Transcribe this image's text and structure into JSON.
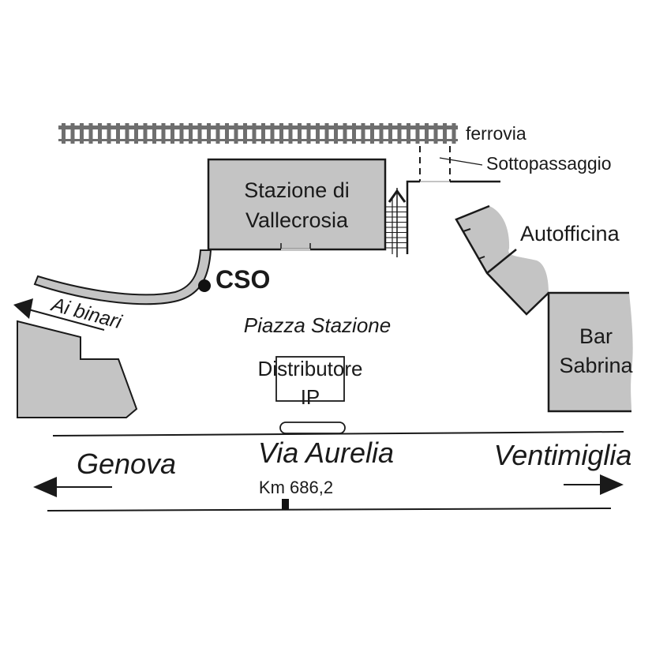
{
  "map": {
    "colors": {
      "building_fill": "#c4c4c4",
      "stroke": "#1a1a1a",
      "rail": "#6e6e6e",
      "background": "#ffffff"
    },
    "labels": {
      "railway": "ferrovia",
      "underpass": "Sottopassaggio",
      "station_line1": "Stazione di",
      "station_line2": "Vallecrosia",
      "garage": "Autofficina",
      "cso": "CSO",
      "to_platforms": "Ai binari",
      "square": "Piazza Stazione",
      "fuel_line1": "Distributore",
      "fuel_line2": "IP",
      "bar_line1": "Bar",
      "bar_line2": "Sabrina",
      "road": "Via Aurelia",
      "west_direction": "Genova",
      "east_direction": "Ventimiglia",
      "kilometer_marker": "Km 686,2"
    },
    "icons": {
      "cso_marker": "filled-circle-icon",
      "stairs_arrow": "arrow-up-icon",
      "left_arrow": "arrow-left-icon",
      "right_arrow": "arrow-right-icon"
    }
  }
}
